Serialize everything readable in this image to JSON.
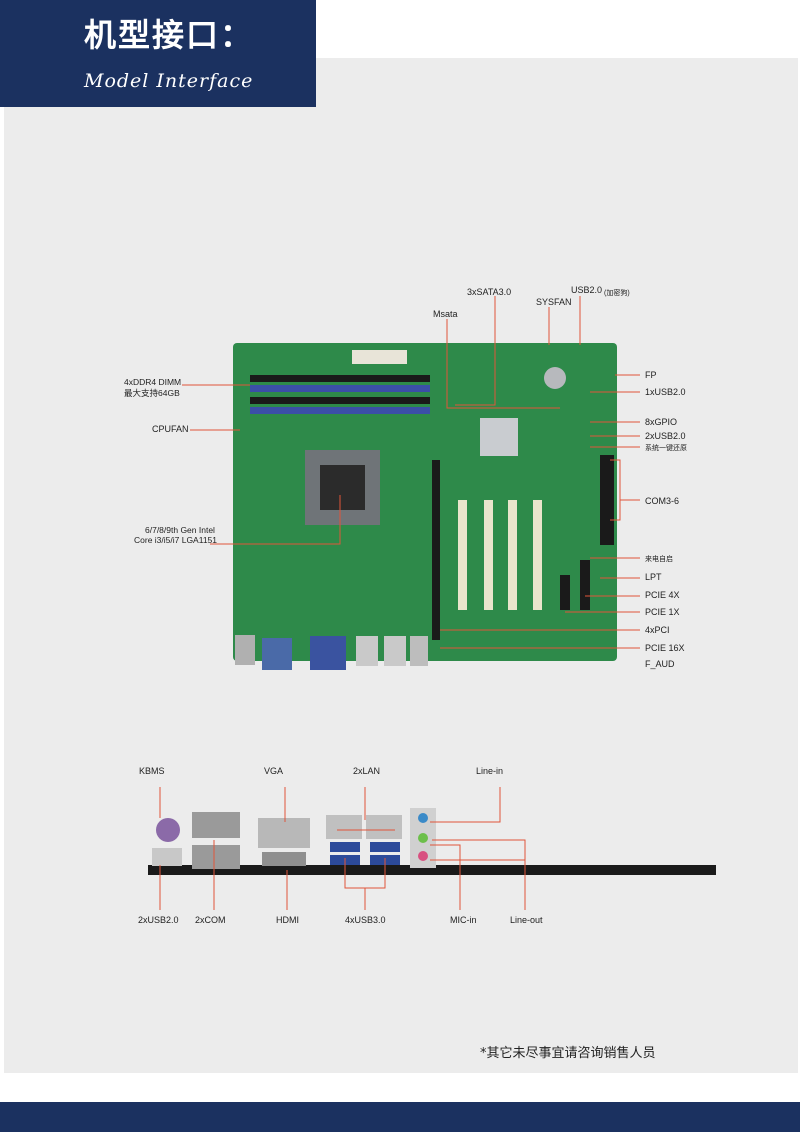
{
  "header": {
    "title_zh": "机型接口：",
    "title_en": "Model Interface"
  },
  "board_labels": {
    "sata": "3xSATA3.0",
    "usb_encrypt": "USB2.0",
    "usb_encrypt_note": "(加密狗)",
    "sysfan": "SYSFAN",
    "msata": "Msata",
    "fp": "FP",
    "usb_1x": "1xUSB2.0",
    "gpio": "8xGPIO",
    "usb_2x": "2xUSB2.0",
    "power_restore": "系统一键还原",
    "com": "COM3-6",
    "auto_power": "来电自启",
    "lpt": "LPT",
    "pcie4x": "PCIE 4X",
    "pcie1x": "PCIE 1X",
    "pci": "4xPCI",
    "pcie16x": "PCIE 16X",
    "faud": "F_AUD",
    "ddr": "4xDDR4 DIMM",
    "ddr_note": "最大支持64GB",
    "cpufan": "CPUFAN",
    "cpu_line1": "6/7/8/9th Gen Intel",
    "cpu_line2": "Core i3/i5/i7  LGA1151"
  },
  "io_labels": {
    "kbms": "KBMS",
    "vga": "VGA",
    "lan": "2xLAN",
    "line_in": "Line-in",
    "usb2": "2xUSB2.0",
    "com": "2xCOM",
    "hdmi": "HDMI",
    "usb3": "4xUSB3.0",
    "mic_in": "MIC-in",
    "line_out": "Line-out"
  },
  "note": "*其它未尽事宜请咨询销售人员",
  "colors": {
    "navy": "#1b3160",
    "pcb": "#2e8a4a",
    "leader": "#e0553a"
  }
}
